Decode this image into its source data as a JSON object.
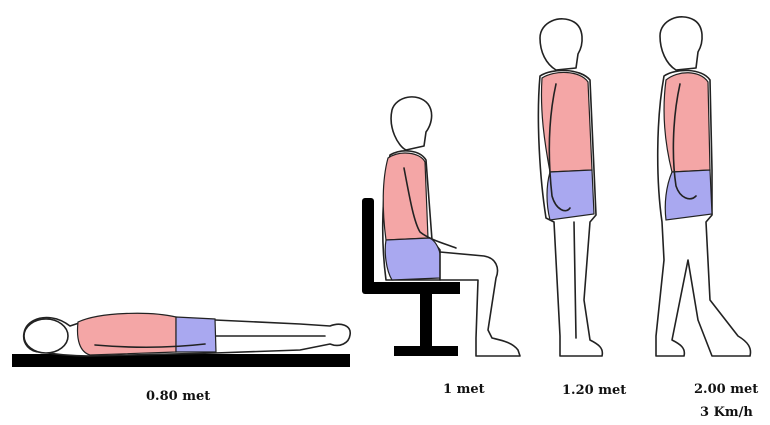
{
  "labels": {
    "lying": "0.80 met",
    "sitting": "1 met",
    "standing": "1.20 met",
    "walking_rate": "2.00 met",
    "walking_speed": "3 Km/h"
  },
  "colors": {
    "shirt": "#f4a6a6",
    "shorts": "#a9a8f0",
    "furniture": "#000000"
  }
}
